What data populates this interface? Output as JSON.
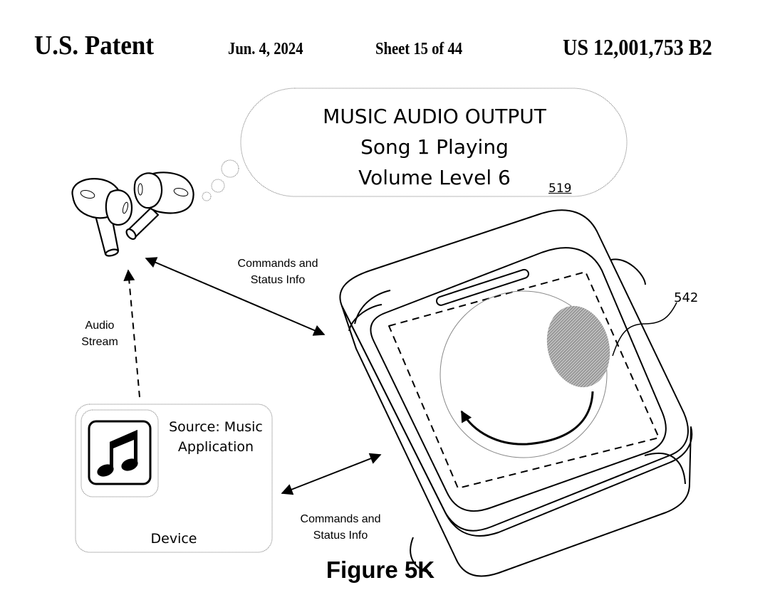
{
  "header": {
    "publication": "U.S. Patent",
    "date": "Jun. 4, 2024",
    "sheet": "Sheet 15 of 44",
    "patent_number": "US 12,001,753 B2"
  },
  "bubble": {
    "line1": "MUSIC AUDIO OUTPUT",
    "line2": "Song 1 Playing",
    "line3": "Volume Level 6",
    "ref": "519"
  },
  "labels": {
    "commands_top_1": "Commands and",
    "commands_top_2": "Status Info",
    "audio_stream_1": "Audio",
    "audio_stream_2": "Stream",
    "commands_bottom_1": "Commands and",
    "commands_bottom_2": "Status Info",
    "ref_542": "542"
  },
  "device": {
    "source_1": "Source: Music",
    "source_2": "Application",
    "name": "Device",
    "icon": "music-note-icon"
  },
  "figure": {
    "caption": "Figure 5K"
  }
}
